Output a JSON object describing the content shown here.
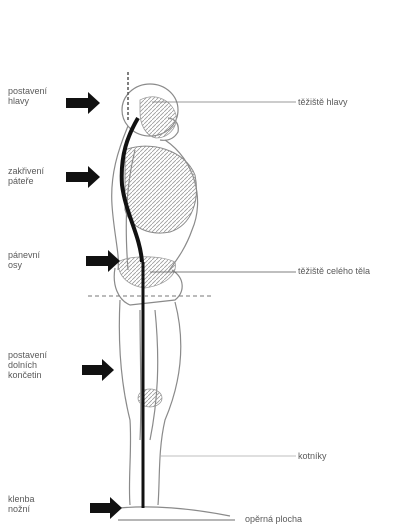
{
  "labels_left": [
    {
      "id": "head",
      "text": "postavení\nhlavy"
    },
    {
      "id": "chest",
      "text": "zakřivení\npáteře"
    },
    {
      "id": "pelvis",
      "text": "pánevní\nosy"
    },
    {
      "id": "legs",
      "text": "postavení\ndolních\nkončetin"
    },
    {
      "id": "foot",
      "text": "klenba\nnožní"
    }
  ],
  "labels_right": [
    {
      "id": "head-center",
      "text": "těžiště hlavy"
    },
    {
      "id": "body-center",
      "text": "těžiště celého těla"
    },
    {
      "id": "ankle",
      "text": "kotníky"
    },
    {
      "id": "base",
      "text": "opěrná plocha"
    }
  ]
}
